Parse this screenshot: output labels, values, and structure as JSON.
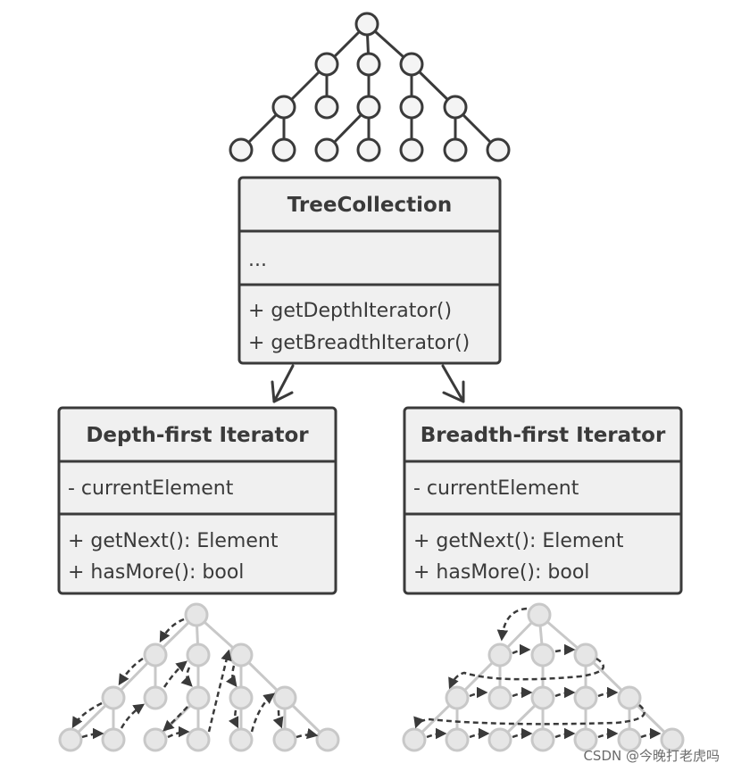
{
  "tree_collection": {
    "title": "TreeCollection",
    "fields": "...",
    "methods": [
      "+ getDepthIterator()",
      "+ getBreadthIterator()"
    ]
  },
  "depth_iterator": {
    "title": "Depth-first Iterator",
    "fields": "- currentElement",
    "methods": [
      "+ getNext(): Element",
      "+ hasMore(): bool"
    ]
  },
  "breadth_iterator": {
    "title": "Breadth-first Iterator",
    "fields": "- currentElement",
    "methods": [
      "+ getNext(): Element",
      "+ hasMore(): bool"
    ]
  },
  "watermark": "CSDN @今晚打老虎吗",
  "colors": {
    "stroke": "#3a3a3a",
    "box_fill": "#f0f0f0",
    "faded_node": "#d9d9d9",
    "faded_edge": "#c8c8c8"
  }
}
